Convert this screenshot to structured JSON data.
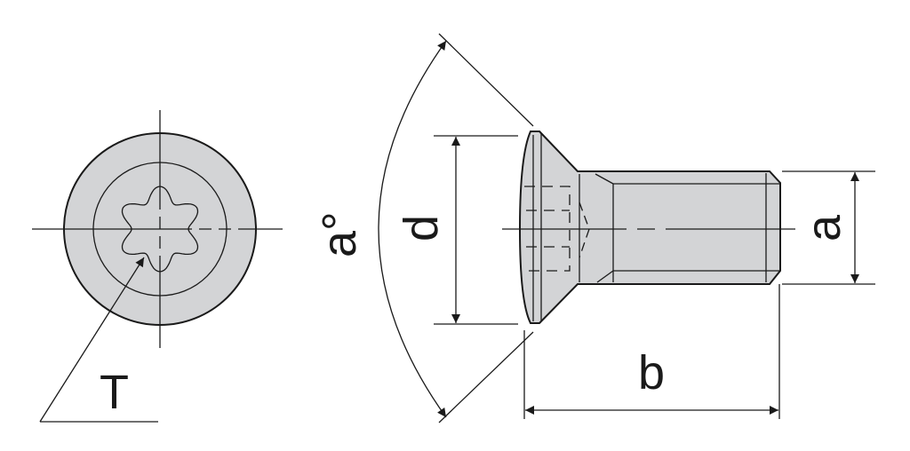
{
  "diagram": {
    "labels": {
      "torx_size": "T",
      "head_diameter": "d",
      "head_angle": "a°",
      "thread_diameter": "a",
      "length": "b"
    },
    "colors": {
      "fill": "#d3d4d6",
      "line": "#1a1a1a"
    }
  }
}
